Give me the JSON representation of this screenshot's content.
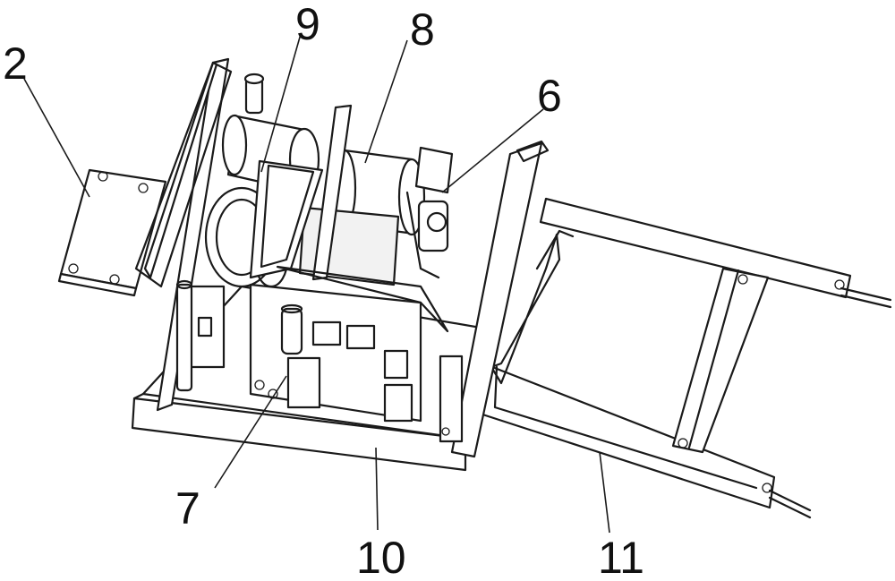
{
  "labels": {
    "l2": "2",
    "l9": "9",
    "l8": "8",
    "l6": "6",
    "l7": "7",
    "l10": "10",
    "l11": "11"
  }
}
